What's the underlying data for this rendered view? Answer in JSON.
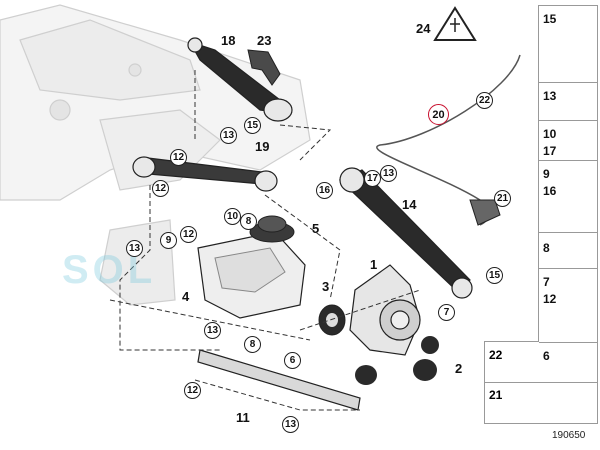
{
  "diagram": {
    "callouts_plain": {
      "n1": "1",
      "n2": "2",
      "n3": "3",
      "n4": "4",
      "n5": "5",
      "n11": "11",
      "n14": "14",
      "n18": "18",
      "n19": "19",
      "n23": "23",
      "n24": "24"
    },
    "callouts_circled": {
      "c6": "6",
      "c7": "7",
      "c8a": "8",
      "c8b": "8",
      "c9": "9",
      "c10": "10",
      "c12a": "12",
      "c12b": "12",
      "c12c": "12",
      "c13a": "13",
      "c13b": "13",
      "c13c": "13",
      "c13d": "13",
      "c13e": "13",
      "c15a": "15",
      "c15b": "15",
      "c16": "16",
      "c17": "17",
      "c20": "20",
      "c21": "21",
      "c22": "22"
    },
    "watermark": "SOL",
    "diagram_number": "190650"
  },
  "parts_panel": {
    "rows": [
      {
        "label": "15"
      },
      {
        "label": "13"
      },
      {
        "label": "10\n17"
      },
      {
        "label": "9\n16"
      },
      {
        "label": "8"
      },
      {
        "label": "7\n12"
      }
    ],
    "bottom_cells": [
      {
        "label": "22"
      },
      {
        "label": "6"
      },
      {
        "label": "21"
      }
    ]
  },
  "colors": {
    "highlight": "#c8102e",
    "line": "#222222",
    "part_fill": "#f2f2f2",
    "dark_part": "#2a2a2a"
  }
}
